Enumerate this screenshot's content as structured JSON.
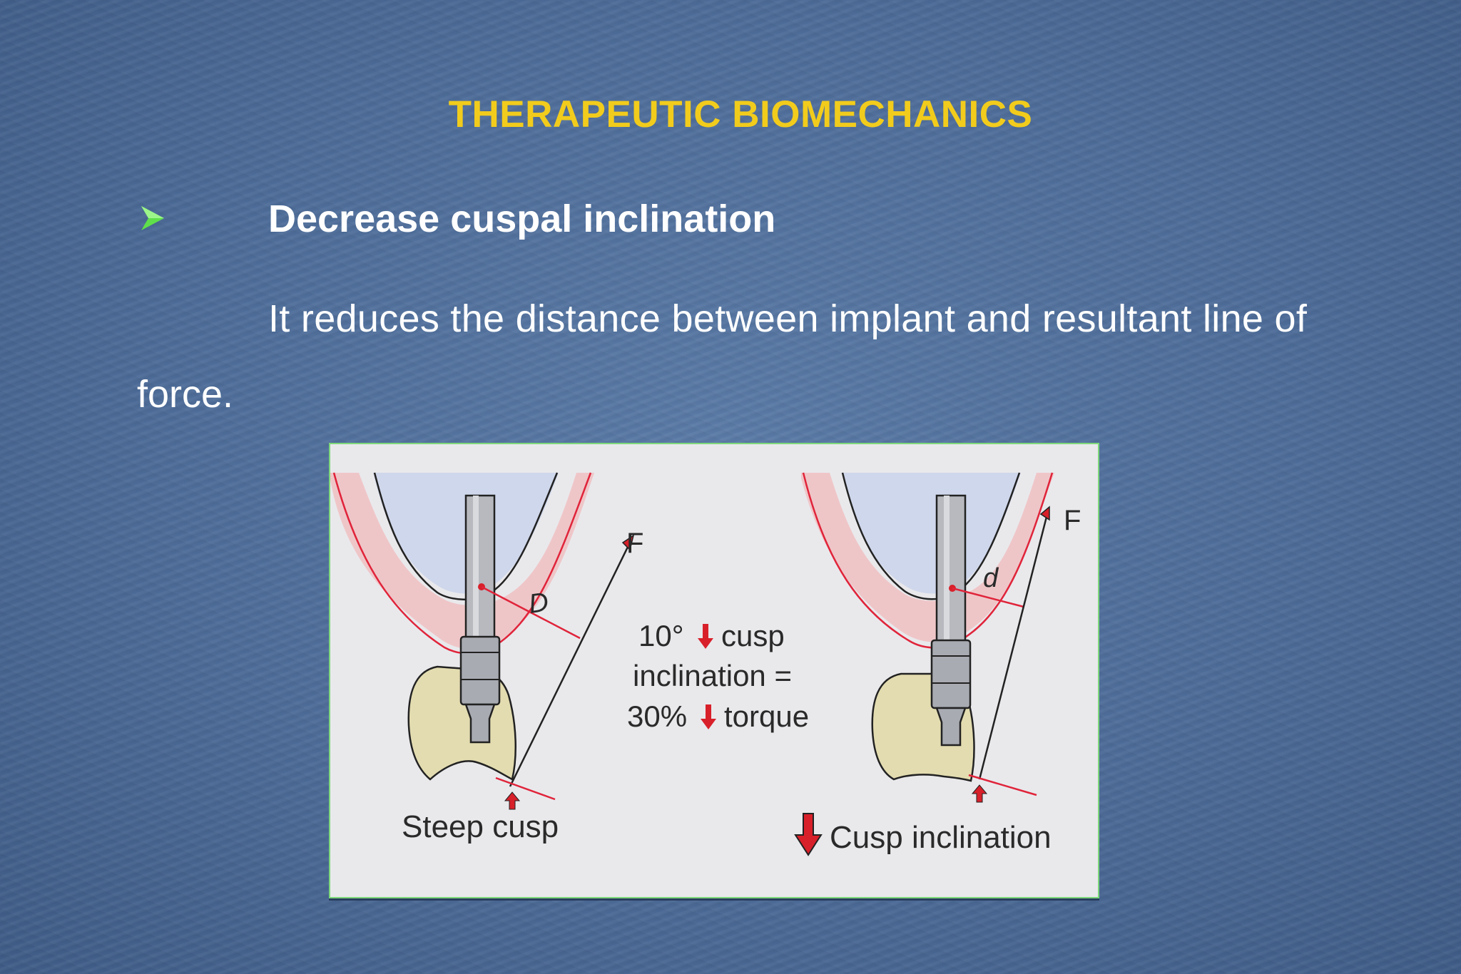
{
  "slide": {
    "title": "THERAPEUTIC BIOMECHANICS",
    "bullet": {
      "icon": "green-arrowhead-icon",
      "text": "Decrease cuspal inclination"
    },
    "body_line1": "It reduces the distance between implant and resultant line of",
    "body_line2": "force."
  },
  "figure": {
    "left_caption": "Steep cusp",
    "right_caption": "Cusp inclination",
    "left_force_label": "F",
    "right_force_label": "F",
    "left_distance_label": "D",
    "right_distance_label": "d",
    "center_line1": "10°",
    "center_line1_b": "cusp",
    "center_line2": "inclination =",
    "center_line3": "30%",
    "center_line3_b": "torque"
  },
  "colors": {
    "title": "#f2cc1c",
    "text": "#ffffff",
    "bullet": "#5fe04a",
    "figure_border": "#7ed87a",
    "gingiva_line": "#e0243a",
    "arrow": "#d8202a"
  }
}
